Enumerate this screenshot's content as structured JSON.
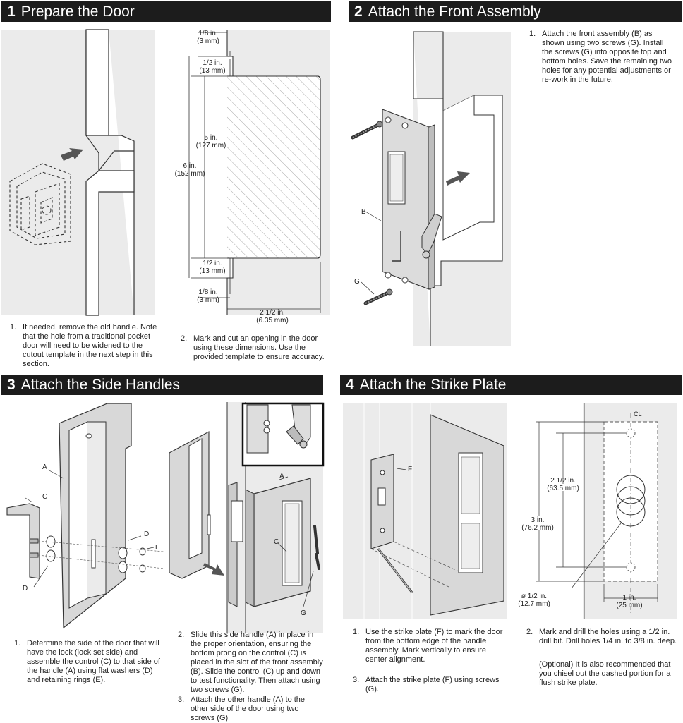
{
  "sections": {
    "s1": {
      "num": "1",
      "title": "Prepare the Door"
    },
    "s2": {
      "num": "2",
      "title": "Attach the Front Assembly"
    },
    "s3": {
      "num": "3",
      "title": "Attach the Side Handles"
    },
    "s4": {
      "num": "4",
      "title": "Attach the Strike Plate"
    }
  },
  "step1": {
    "text1": {
      "n": "1.",
      "t": "If needed, remove the old handle. Note that the hole from a traditional pocket door will need to be widened to the cutout template in the next step in this section."
    },
    "text2": {
      "n": "2.",
      "t": "Mark and cut an opening in the door using these dimensions. Use the provided template to ensure accuracy."
    },
    "dims": {
      "d1_a": "1/8 in.",
      "d1_b": "(3 mm)",
      "d2_a": "1/2 in.",
      "d2_b": "(13 mm)",
      "d3_a": "5 in.",
      "d3_b": "(127 mm)",
      "d4_a": "6 in.",
      "d4_b": "(152 mm)",
      "d5_a": "1/2 in.",
      "d5_b": "(13 mm)",
      "d6_a": "1/8 in.",
      "d6_b": "(3 mm)",
      "d7_a": "2 1/2 in.",
      "d7_b": "(6.35 mm)"
    }
  },
  "step2": {
    "text1": {
      "n": "1.",
      "t": "Attach the front assembly (B) as shown using two screws (G). Install the screws (G) into opposite top and bottom holes. Save the remaining two holes for any potential adjustments or re-work in the future."
    },
    "labels": {
      "b": "B",
      "g": "G"
    }
  },
  "step3": {
    "text1": {
      "n": "1.",
      "t": "Determine the side of the door that will have the lock (lock set side) and assemble the control (C) to that side of the handle (A) using flat washers (D) and retaining rings (E)."
    },
    "text2": {
      "n": "2.",
      "t": "Slide this side handle (A) in place in the proper orientation, ensuring the bottom prong on the control (C) is placed in the slot of the front assembly (B). Slide the control (C) up and down to test functionality. Then attach using two screws (G)."
    },
    "text3": {
      "n": "3.",
      "t": "Attach the other handle (A) to the other side of the door using two screws (G)"
    },
    "labels": {
      "a": "A",
      "c": "C",
      "d1": "D",
      "e": "E",
      "d2": "D",
      "a2": "A",
      "c2": "C",
      "g": "G"
    }
  },
  "step4": {
    "text1": {
      "n": "1.",
      "t": "Use the strike plate (F) to mark the door from the bottom edge of the handle assembly. Mark vertically to ensure center alignment."
    },
    "text3": {
      "n": "3.",
      "t": "Attach the strike plate (F) using screws (G)."
    },
    "text2": {
      "n": "2.",
      "t": "Mark and drill the holes using a 1/2 in. drill bit. Drill holes 1/4 in. to 3/8 in. deep."
    },
    "text2b": "(Optional) It is also recommended that you chisel out the dashed portion for a flush strike plate.",
    "labels": {
      "f": "F",
      "cl": "CL"
    },
    "dims": {
      "a_a": "2 1/2 in.",
      "a_b": "(63.5 mm)",
      "b_a": "3 in.",
      "b_b": "(76.2 mm)",
      "c_a": "ø 1/2 in.",
      "c_b": "(12.7 mm)",
      "d_a": "1 in.",
      "d_b": "(25 mm)"
    }
  }
}
